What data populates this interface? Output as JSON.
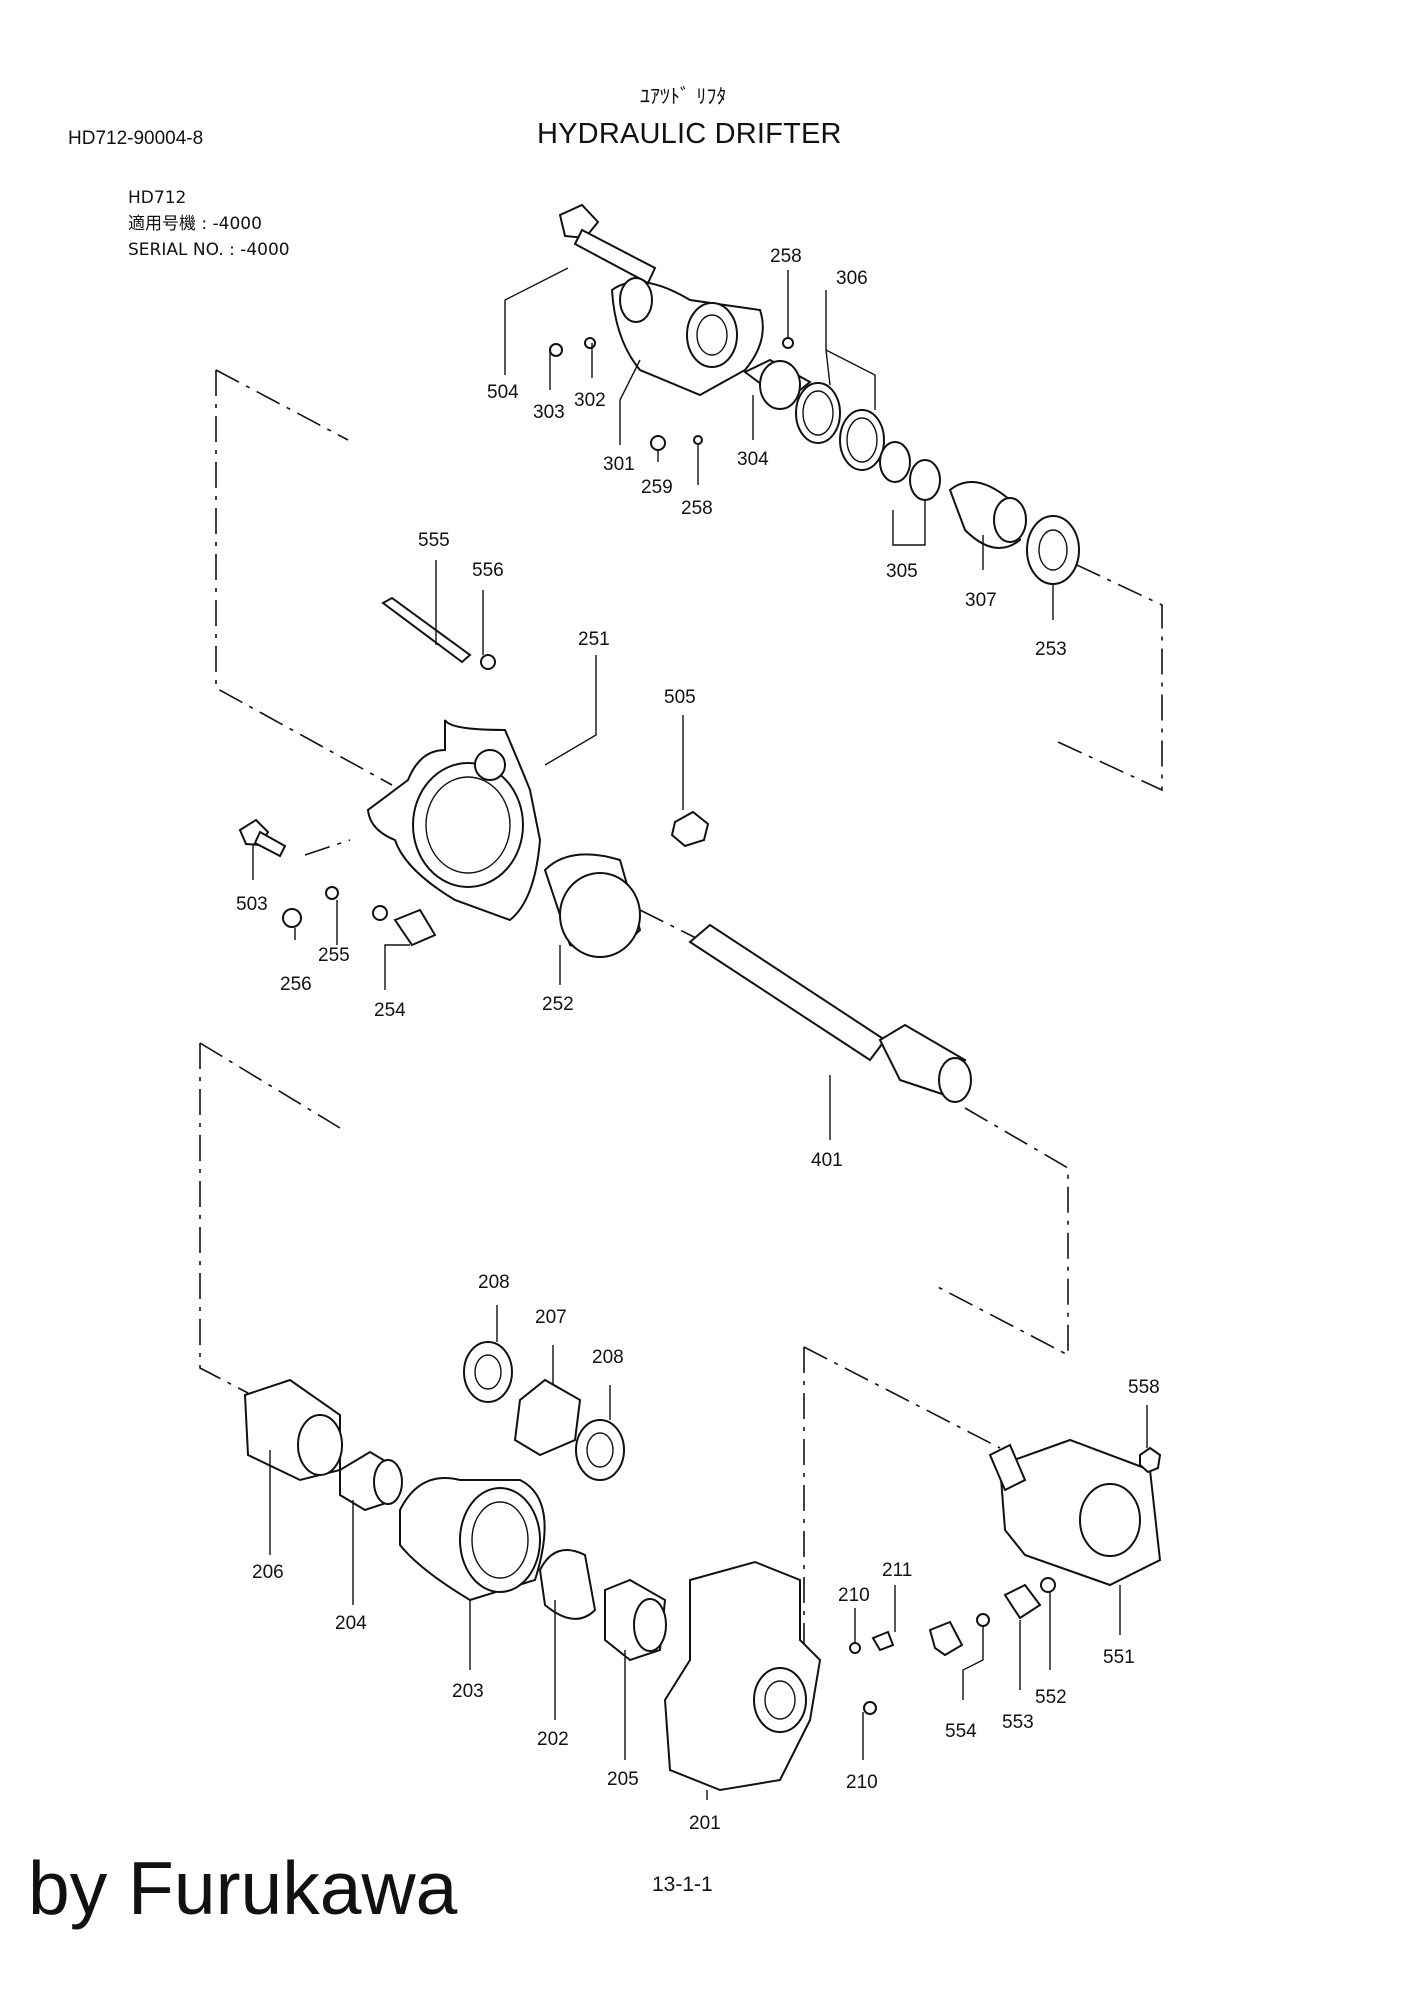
{
  "header": {
    "doc_code": "HD712-90004-8",
    "title_jp": "ﾕｱﾂﾄﾞ ﾘﾌﾀ",
    "title_en": "HYDRAULIC DRIFTER"
  },
  "model": {
    "model_name": "HD712",
    "applicable_jp": "適用号機 : -4000",
    "serial": "SERIAL NO. : -4000"
  },
  "callouts": [
    "258",
    "306",
    "504",
    "303",
    "302",
    "301",
    "259",
    "258",
    "304",
    "305",
    "307",
    "253",
    "555",
    "556",
    "251",
    "505",
    "503",
    "255",
    "256",
    "254",
    "252",
    "401",
    "208",
    "207",
    "208",
    "558",
    "206",
    "204",
    "203",
    "202",
    "205",
    "201",
    "210",
    "211",
    "210",
    "554",
    "553",
    "552",
    "551"
  ],
  "footer": {
    "page_number": "13-1-1",
    "brand": "by Furukawa"
  }
}
